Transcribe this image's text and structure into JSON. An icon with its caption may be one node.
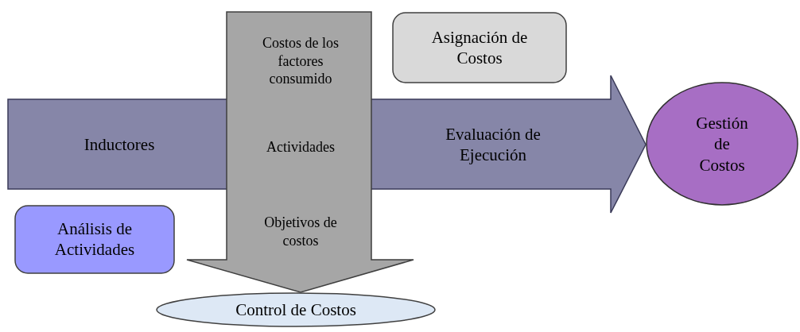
{
  "diagram": {
    "nodes": [
      {
        "text": [
          "Costos de los factores consumido",
          "Actividades",
          "Objetivos de costos"
        ]
      },
      {
        "text": [
          "Asignación de Costos"
        ]
      },
      {
        "text": [
          "Inductores",
          "Evaluación de Ejecución"
        ]
      },
      {
        "text": [
          "Gestión de Costos"
        ]
      },
      {
        "text": [
          "Análisis de Actividades"
        ]
      },
      {
        "text": [
          "Control de Costos"
        ]
      }
    ],
    "edges": [
      {
        "from": 0,
        "to": 5,
        "arrow": "to"
      },
      {
        "from": 2,
        "to": 3,
        "arrow": "to"
      }
    ]
  }
}
